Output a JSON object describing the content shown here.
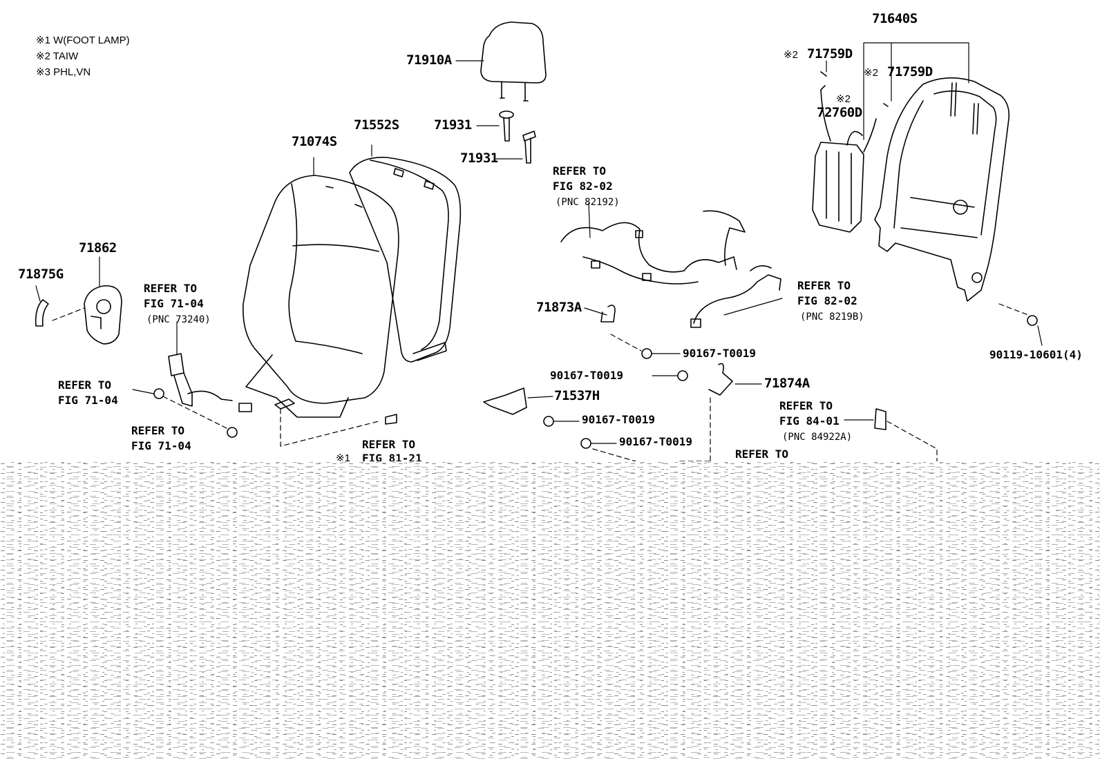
{
  "notes": [
    "※1 W(FOOT LAMP)",
    "※2 TAIW",
    "※3 PHL,VN"
  ],
  "parts": {
    "p71640S": "71640S",
    "p71759D_a": "71759D",
    "p71759D_b": "71759D",
    "p72760D": "72760D",
    "p71910A": "71910A",
    "p71931_a": "71931",
    "p71931_b": "71931",
    "p71552S": "71552S",
    "p71074S": "71074S",
    "p71862": "71862",
    "p71875G": "71875G",
    "p71873A": "71873A",
    "p71874A": "71874A",
    "p71537H": "71537H",
    "p90167_a": "90167-T0019",
    "p90167_b": "90167-T0019",
    "p90167_c": "90167-T0019",
    "p90167_d": "90167-T0019",
    "p90119": "90119-10601(4)"
  },
  "marks": {
    "m2a": "※2",
    "m2b": "※2",
    "m2c": "※2",
    "m1": "※1"
  },
  "refs": {
    "r8202a": {
      "l1": "REFER TO",
      "l2": "FIG 82-02",
      "pnc": "(PNC 82192)"
    },
    "r7104a": {
      "l1": "REFER TO",
      "l2": "FIG 71-04",
      "pnc": "(PNC 73240)"
    },
    "r7104b": {
      "l1": "REFER TO",
      "l2": "FIG 71-04"
    },
    "r7104c": {
      "l1": "REFER TO",
      "l2": "FIG 71-04"
    },
    "r8202b": {
      "l1": "REFER TO",
      "l2": "FIG 82-02",
      "pnc": "(PNC 8219B)"
    },
    "r8401": {
      "l1": "REFER TO",
      "l2": "FIG 84-01",
      "pnc": "(PNC 84922A)"
    },
    "r8121": {
      "l1": "REFER TO",
      "l2": "FIG 81-21"
    },
    "rcut": {
      "l1": "REFER TO"
    }
  }
}
